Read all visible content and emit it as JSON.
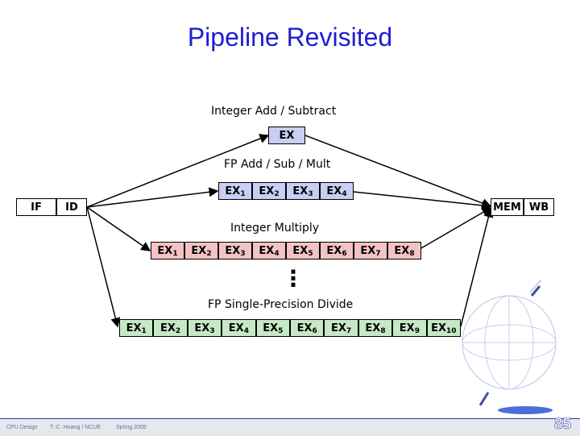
{
  "title": "Pipeline Revisited",
  "stages": {
    "if": "IF",
    "id": "ID",
    "mem": "MEM",
    "wb": "WB"
  },
  "paths": {
    "int_add": {
      "label": "Integer Add / Subtract",
      "ex": "EX"
    },
    "fp_add": {
      "label": "FP Add / Sub / Mult",
      "stage_count": 4
    },
    "int_mult": {
      "label": "Integer Multiply",
      "stage_count": 8
    },
    "fp_div": {
      "label": "FP Single-Precision Divide",
      "stage_count": 10
    }
  },
  "ex_prefix": "EX",
  "ellipsis": "⋮",
  "footer": {
    "course": "CPU Design",
    "author": "T.-C. Huang / NCUE",
    "term": "Spring 2005",
    "page": "85"
  },
  "colors": {
    "title": "#1e1ed2",
    "stage_blue": "#c9cff4",
    "stage_pink": "#f3c3c3",
    "stage_green": "#c6e8c6",
    "footer_bar": "#e6e8f0"
  }
}
